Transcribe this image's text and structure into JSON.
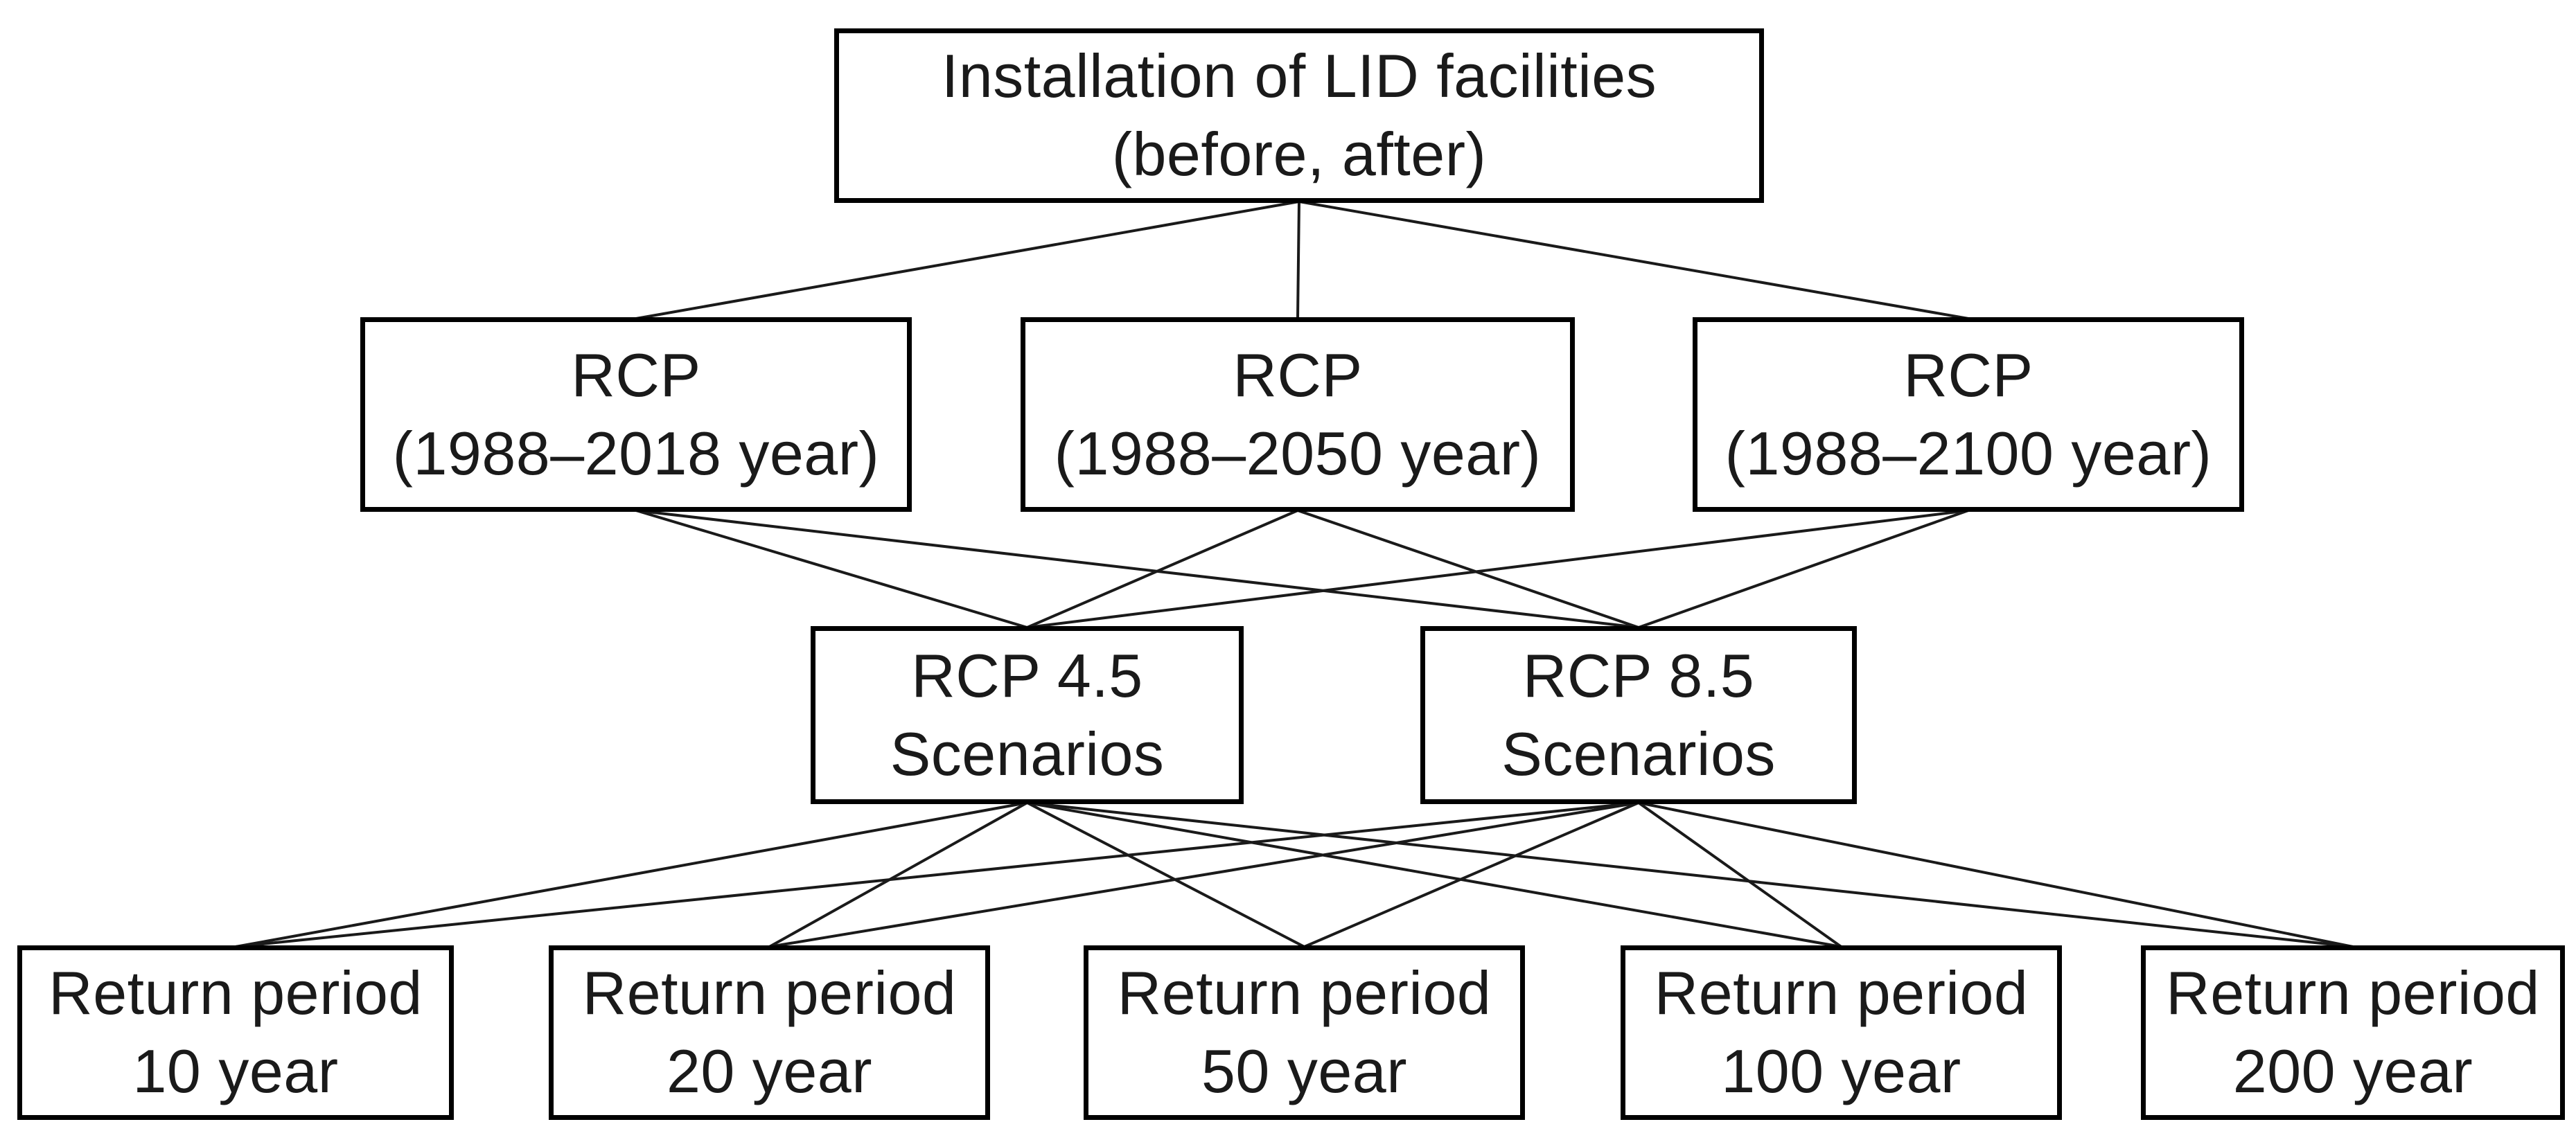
{
  "diagram": {
    "type": "hierarchy-tree",
    "colors": {
      "box_border": "#000000",
      "line": "#1a1a1a",
      "background": "#ffffff",
      "text": "#1a1a1a"
    },
    "nodes": [
      {
        "id": "root",
        "line1": "Installation of LID facilities",
        "line2": "(before, after)"
      },
      {
        "id": "rcp-1988-2018",
        "line1": "RCP",
        "line2": "(1988–2018 year)"
      },
      {
        "id": "rcp-1988-2050",
        "line1": "RCP",
        "line2": "(1988–2050 year)"
      },
      {
        "id": "rcp-1988-2100",
        "line1": "RCP",
        "line2": "(1988–2100 year)"
      },
      {
        "id": "rcp45",
        "line1": "RCP 4.5",
        "line2": "Scenarios"
      },
      {
        "id": "rcp85",
        "line1": "RCP 8.5",
        "line2": "Scenarios"
      },
      {
        "id": "rp10",
        "line1": "Return period",
        "line2": "10 year"
      },
      {
        "id": "rp20",
        "line1": "Return period",
        "line2": "20 year"
      },
      {
        "id": "rp50",
        "line1": "Return period",
        "line2": "50 year"
      },
      {
        "id": "rp100",
        "line1": "Return period",
        "line2": "100 year"
      },
      {
        "id": "rp200",
        "line1": "Return period",
        "line2": "200 year"
      }
    ],
    "edges": [
      [
        "root",
        "rcp-1988-2018"
      ],
      [
        "root",
        "rcp-1988-2050"
      ],
      [
        "root",
        "rcp-1988-2100"
      ],
      [
        "rcp-1988-2018",
        "rcp45"
      ],
      [
        "rcp-1988-2018",
        "rcp85"
      ],
      [
        "rcp-1988-2050",
        "rcp45"
      ],
      [
        "rcp-1988-2050",
        "rcp85"
      ],
      [
        "rcp-1988-2100",
        "rcp45"
      ],
      [
        "rcp-1988-2100",
        "rcp85"
      ],
      [
        "rcp45",
        "rp10"
      ],
      [
        "rcp45",
        "rp20"
      ],
      [
        "rcp45",
        "rp50"
      ],
      [
        "rcp45",
        "rp100"
      ],
      [
        "rcp45",
        "rp200"
      ],
      [
        "rcp85",
        "rp10"
      ],
      [
        "rcp85",
        "rp20"
      ],
      [
        "rcp85",
        "rp50"
      ],
      [
        "rcp85",
        "rp100"
      ],
      [
        "rcp85",
        "rp200"
      ]
    ]
  }
}
